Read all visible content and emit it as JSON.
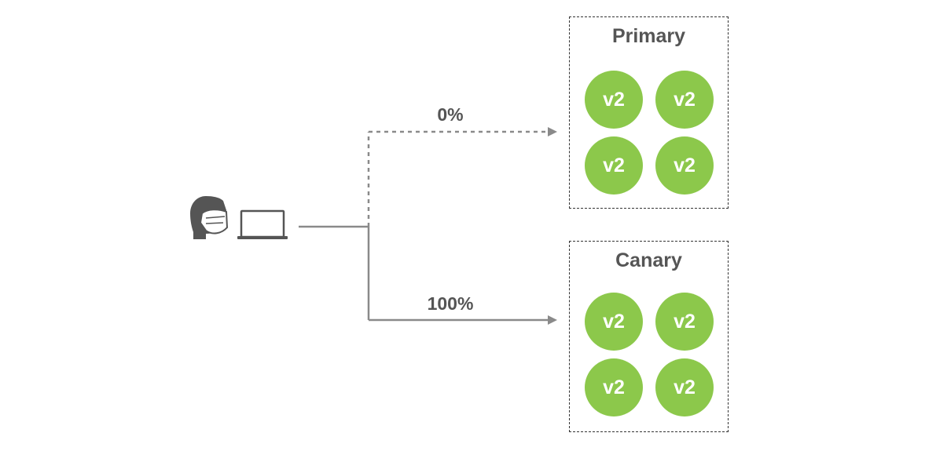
{
  "colors": {
    "pod": "#8cc84b",
    "line": "#8a8a8a",
    "text": "#555555",
    "icon": "#555555"
  },
  "client": {
    "user_icon": "masked-person-icon",
    "device_icon": "laptop-icon"
  },
  "routes": [
    {
      "id": "primary",
      "percent_label": "0%",
      "style": "dashed"
    },
    {
      "id": "canary",
      "percent_label": "100%",
      "style": "solid"
    }
  ],
  "primary": {
    "title": "Primary",
    "pods": [
      "v2",
      "v2",
      "v2",
      "v2"
    ]
  },
  "canary": {
    "title": "Canary",
    "pods": [
      "v2",
      "v2",
      "v2",
      "v2"
    ]
  }
}
